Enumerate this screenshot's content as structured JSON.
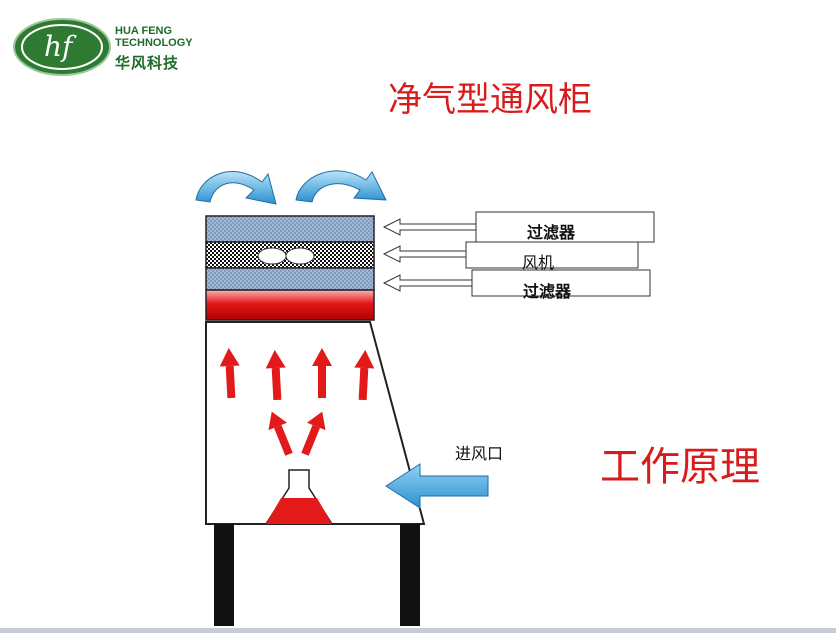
{
  "logo": {
    "mark": "hf",
    "line1": "HUA FENG",
    "line2": "TECHNOLOGY",
    "chinese": "华风科技",
    "color": "#1f6b2a"
  },
  "title": "净气型通风柜",
  "subtitle": "工作原理",
  "labels": {
    "filter_top": "过滤器",
    "fan": "风机",
    "filter_bottom": "过滤器",
    "inlet": "进风口"
  },
  "colors": {
    "title_red": "#d81b1b",
    "arrow_red": "#e21a1a",
    "air_blue": "#3aa6dc",
    "filter_blue": "#6f8fb4"
  }
}
